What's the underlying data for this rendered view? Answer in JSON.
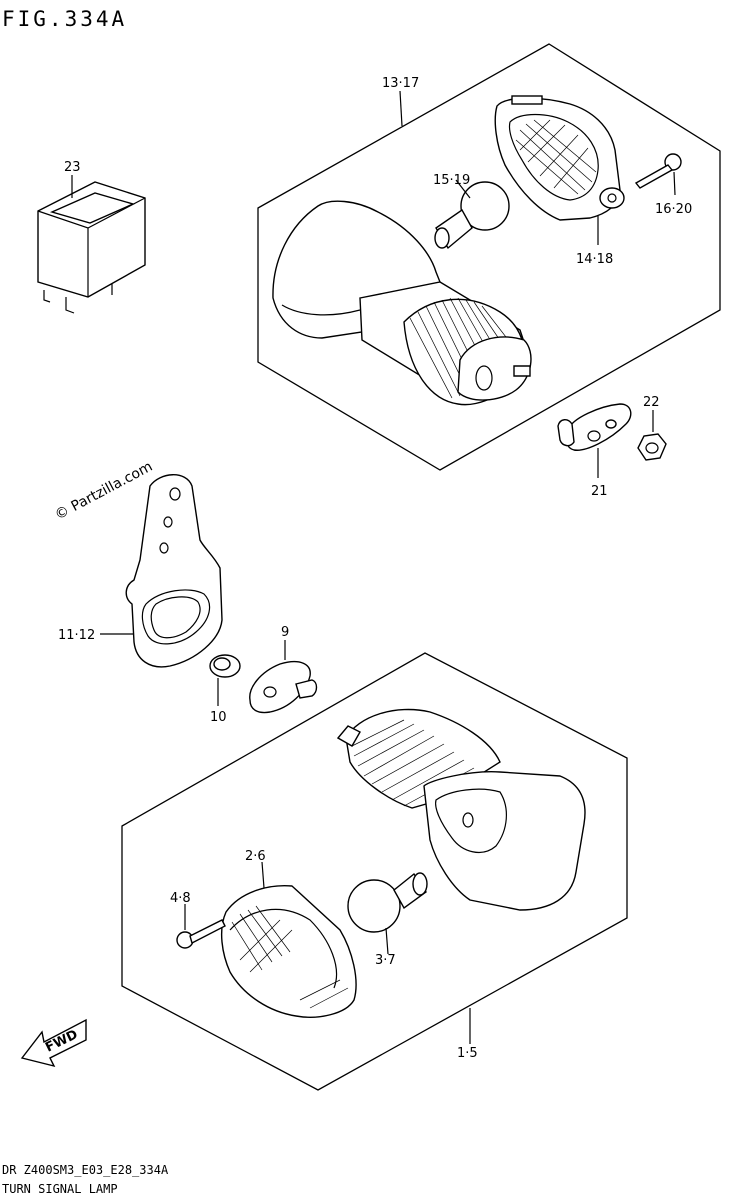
{
  "header": {
    "fig_label": "FIG.334A"
  },
  "watermark": "© Partzilla.com",
  "fwd_label": "FWD",
  "callouts": [
    {
      "id": "13-17",
      "text": "13·17"
    },
    {
      "id": "15-19",
      "text": "15·19"
    },
    {
      "id": "16-20",
      "text": "16·20"
    },
    {
      "id": "14-18",
      "text": "14·18"
    },
    {
      "id": "23",
      "text": "23"
    },
    {
      "id": "22",
      "text": "22"
    },
    {
      "id": "21",
      "text": "21"
    },
    {
      "id": "11-12",
      "text": "11·12"
    },
    {
      "id": "9",
      "text": "9"
    },
    {
      "id": "10",
      "text": "10"
    },
    {
      "id": "2-6",
      "text": "2·6"
    },
    {
      "id": "4-8",
      "text": "4·8"
    },
    {
      "id": "3-7",
      "text": "3·7"
    },
    {
      "id": "1-5",
      "text": "1·5"
    }
  ],
  "footer": {
    "model_code": "DR Z400SM3_E03_E28_334A",
    "section_name": "TURN SIGNAL LAMP"
  }
}
